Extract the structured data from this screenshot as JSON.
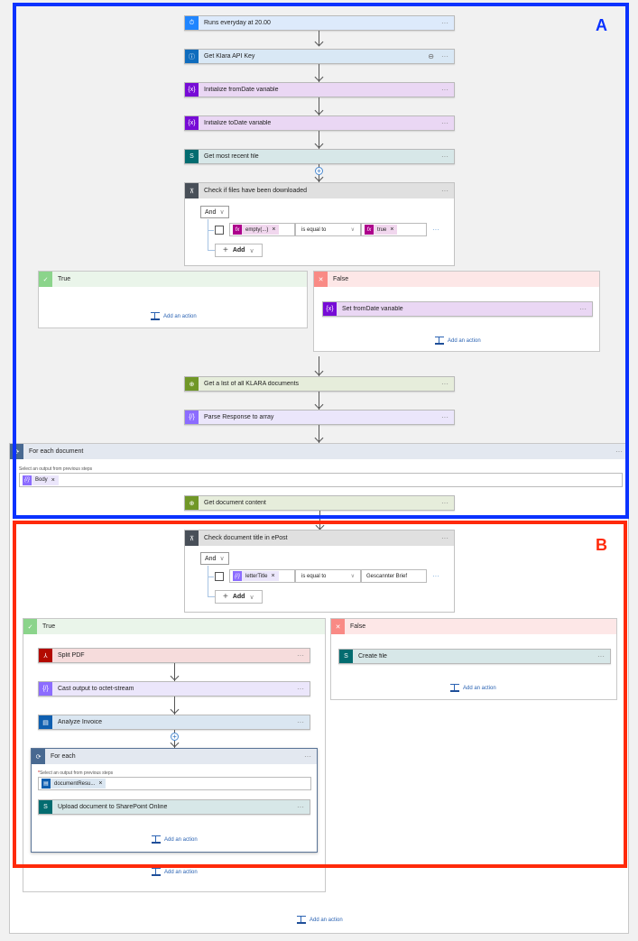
{
  "flow": {
    "trigger": {
      "label": "Runs everyday at 20.00",
      "icon": "clock-icon",
      "color": "#1f85ff",
      "bg": "#ddeafb"
    },
    "steps_top": [
      {
        "label": "Get Klara API Key",
        "icon": "key-vault-icon",
        "color": "#0f6cbd",
        "bg": "#d9e8f5",
        "locked": true
      },
      {
        "label": "Initialize fromDate variable",
        "icon": "variable-icon",
        "color": "#770bd6",
        "bg": "#ead7f4"
      },
      {
        "label": "Initialize toDate variable",
        "icon": "variable-icon",
        "color": "#770bd6",
        "bg": "#ead7f4"
      },
      {
        "label": "Get most recent file",
        "icon": "sharepoint-icon",
        "color": "#036c70",
        "bg": "#d7e7e8"
      }
    ],
    "condition1": {
      "title": "Check if files have been downloaded",
      "icon": "condition-icon",
      "operator": "And",
      "left_token": "empty(...)",
      "comparison": "is equal to",
      "right_token": "true",
      "add_label": "Add"
    },
    "cond1_true": {
      "label": "True",
      "add_action": "Add an action"
    },
    "cond1_false": {
      "label": "False",
      "step": {
        "label": "Set fromDate variable",
        "icon": "variable-icon"
      },
      "add_action": "Add an action"
    },
    "steps_mid": [
      {
        "label": "Get a list of all KLARA documents",
        "icon": "http-icon",
        "color": "#709727",
        "bg": "#e6eddb"
      },
      {
        "label": "Parse Response to array",
        "icon": "data-operation-icon",
        "color": "#8c6cff",
        "bg": "#ebe6fb"
      }
    ],
    "foreach_doc": {
      "title": "For each document",
      "select_label": "Select an output from previous steps",
      "token": "Body",
      "step": {
        "label": "Get document content",
        "icon": "http-icon"
      }
    },
    "condition2": {
      "title": "Check document title in ePost",
      "operator": "And",
      "left_token": "letterTitle",
      "comparison": "is equal to",
      "right_value": "Gescannter Brief",
      "add_label": "Add"
    },
    "cond2_true": {
      "label": "True",
      "steps": [
        {
          "label": "Split PDF",
          "icon": "adobe-pdf-icon",
          "color": "#b30b00",
          "bg": "#f6dcdc"
        },
        {
          "label": "Cast output to octet-stream",
          "icon": "data-operation-icon",
          "color": "#8c6cff",
          "bg": "#ebe6fb"
        },
        {
          "label": "Analyze Invoice",
          "icon": "form-recognizer-icon",
          "color": "#0f5fb0",
          "bg": "#dae6f1"
        }
      ],
      "foreach": {
        "title": "For each",
        "select_label": "Select an output from previous steps",
        "token": "documentResu...",
        "step": {
          "label": "Upload document to SharePoint Online",
          "icon": "sharepoint-icon"
        },
        "add_action": "Add an action"
      },
      "add_action": "Add an action"
    },
    "cond2_false": {
      "label": "False",
      "step": {
        "label": "Create file",
        "icon": "sharepoint-icon"
      },
      "add_action": "Add an action"
    },
    "outer_add_action": "Add an action"
  },
  "annotations": {
    "a": {
      "label": "A",
      "color": "#0a32ff"
    },
    "b": {
      "label": "B",
      "color": "#ff2a0a"
    }
  },
  "glyphs": {
    "more": "···",
    "close": "×",
    "chevron": "∨",
    "plus": "+",
    "check": "✓",
    "cross": "✕",
    "lock": "🔒"
  }
}
